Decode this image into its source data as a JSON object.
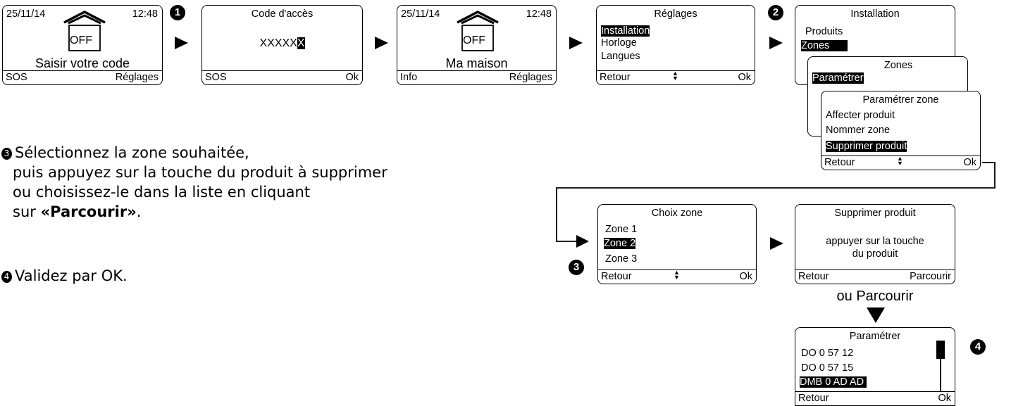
{
  "screens": {
    "home1": {
      "date": "25/11/14",
      "time": "12:48",
      "status": "OFF",
      "prompt": "Saisir votre code",
      "left": "SOS",
      "right": "Réglages"
    },
    "code": {
      "title": "Code d'accès",
      "code_shown": "XXXXX",
      "code_cursor": "X",
      "left": "SOS",
      "right": "Ok"
    },
    "home2": {
      "date": "25/11/14",
      "time": "12:48",
      "status": "OFF",
      "name": "Ma maison",
      "left": "Info",
      "right": "Réglages"
    },
    "reglages": {
      "title": "Réglages",
      "items": [
        "Installation",
        "Horloge",
        "Langues"
      ],
      "left": "Retour",
      "right": "Ok"
    },
    "installation": {
      "title": "Installation",
      "items": [
        "Produits",
        "Zones"
      ]
    },
    "zones": {
      "title": "Zones",
      "items": [
        "Paramétrer"
      ]
    },
    "param_zone": {
      "title": "Paramétrer zone",
      "items": [
        "Affecter produit",
        "Nommer zone",
        "Supprimer produit"
      ],
      "left": "Retour",
      "right": "Ok"
    },
    "choix_zone": {
      "title": "Choix zone",
      "items": [
        "Zone 1",
        "Zone 2",
        "Zone 3"
      ],
      "left": "Retour",
      "right": "Ok"
    },
    "supprimer": {
      "title": "Supprimer produit",
      "line1": "appuyer sur la touche",
      "line2": "du produit",
      "left": "Retour",
      "right": "Parcourir"
    },
    "parametrer": {
      "title": "Paramétrer",
      "items": [
        "DO 0 57 12",
        "DO 0 57 15",
        "DMB 0 AD AD"
      ],
      "left": "Retour",
      "right": "Ok"
    }
  },
  "or_label": "ou Parcourir",
  "badges": [
    "1",
    "2",
    "3",
    "4"
  ],
  "instructions": {
    "step3": {
      "num": "3",
      "line1": "Sélectionnez la zone souhaitée,",
      "line2": "puis appuyez sur la touche du produit à supprimer",
      "line3": "ou choisissez-le dans la liste en cliquant",
      "line4_prefix": "sur ",
      "line4_bold": "«Parcourir»",
      "line4_suffix": "."
    },
    "step4": {
      "num": "4",
      "text": "Validez par OK."
    }
  },
  "icons": {
    "house": "house-off-icon",
    "updown": "up-down-arrow-icon",
    "scrollbar": "scrollbar-icon"
  }
}
